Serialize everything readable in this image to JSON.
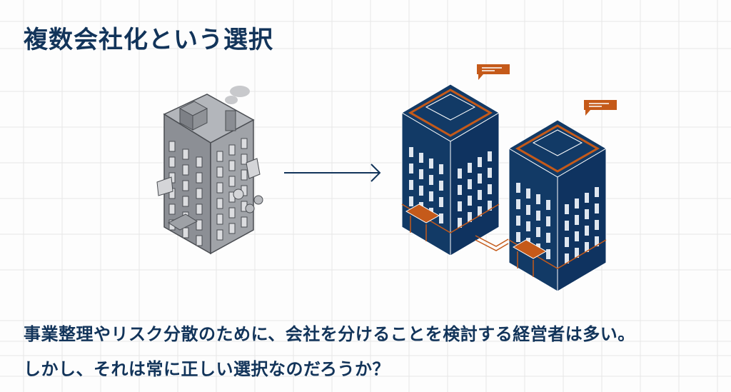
{
  "slide": {
    "title": "複数会社化という選択",
    "body_lines": [
      "事業整理やリスク分散のために、会社を分けることを検討する経営者は多い。",
      "しかし、それは常に正しい選択なのだろうか？"
    ]
  },
  "colors": {
    "text": "#12345a",
    "building_navy": "#123a66",
    "accent_orange": "#c55a1a",
    "old_building_gray": "#8a8d93",
    "grid": "#e6e6e6"
  },
  "icons": [
    "single-gray-building-icon",
    "arrow-right-icon",
    "two-navy-buildings-icon"
  ]
}
